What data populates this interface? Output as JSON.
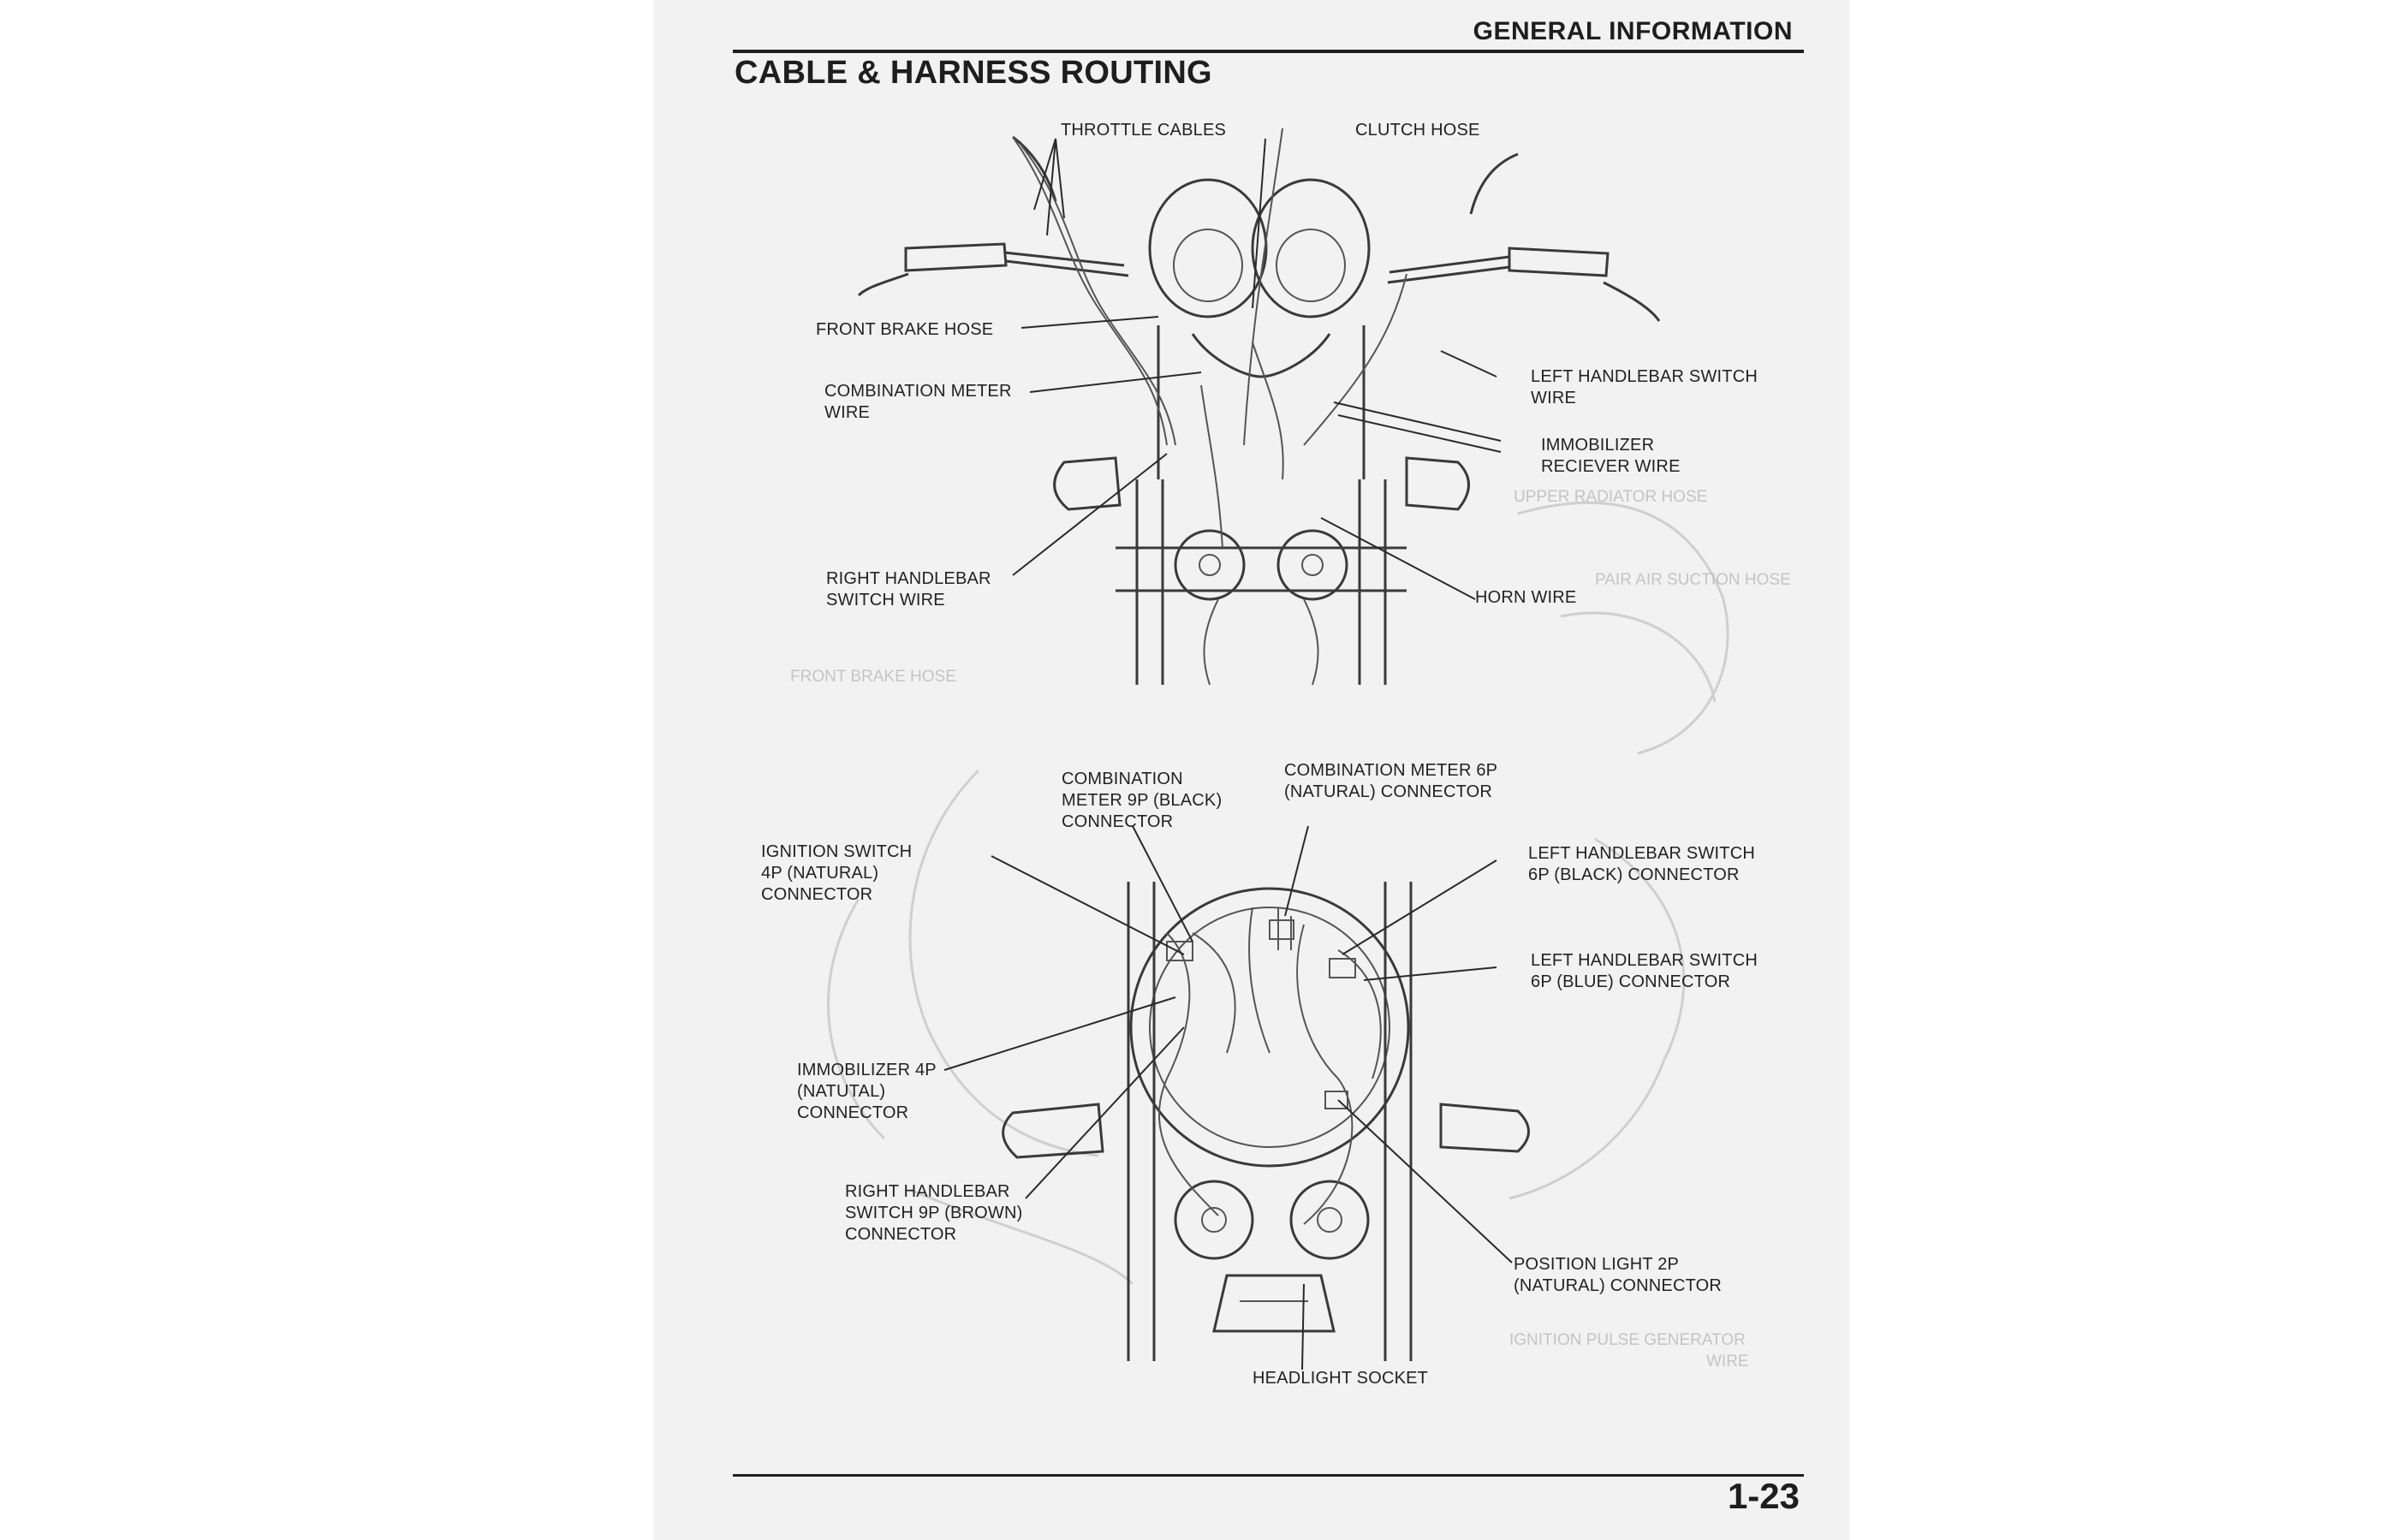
{
  "header": {
    "section": "GENERAL INFORMATION",
    "title": "CABLE & HARNESS ROUTING",
    "page_number": "1-23"
  },
  "top_callouts": {
    "throttle_cables": "THROTTLE CABLES",
    "clutch_hose": "CLUTCH HOSE",
    "front_brake_hose": "FRONT BRAKE HOSE",
    "combination_meter_wire": "COMBINATION METER\nWIRE",
    "left_handlebar_switch_wire": "LEFT HANDLEBAR SWITCH\nWIRE",
    "immobilizer_receiver_wire": "IMMOBILIZER\nRECIEVER WIRE",
    "right_handlebar_switch_wire": "RIGHT HANDLEBAR\nSWITCH WIRE",
    "horn_wire": "HORN WIRE"
  },
  "bottom_callouts": {
    "meter_9p_connector": "COMBINATION\nMETER 9P (BLACK)\nCONNECTOR",
    "meter_6p_connector": "COMBINATION METER 6P\n(NATURAL) CONNECTOR",
    "ignition_switch_connector": "IGNITION SWITCH\n4P (NATURAL)\nCONNECTOR",
    "left_switch_6p_black": "LEFT HANDLEBAR SWITCH\n6P (BLACK) CONNECTOR",
    "left_switch_6p_blue": "LEFT HANDLEBAR SWITCH\n6P (BLUE) CONNECTOR",
    "immobilizer_connector": "IMMOBILIZER 4P\n(NATUTAL)\nCONNECTOR",
    "right_switch_9p_connector": "RIGHT HANDLEBAR\nSWITCH 9P (BROWN)\nCONNECTOR",
    "position_light_connector": "POSITION LIGHT 2P\n(NATURAL) CONNECTOR",
    "headlight_socket": "HEADLIGHT SOCKET"
  },
  "bleed_through_text": {
    "upper_radiator_hose": "UPPER RADIATOR HOSE",
    "pair_air_suction_hose": "PAIR AIR SUCTION HOSE",
    "front_brake_hose": "FRONT BRAKE HOSE",
    "ignition_pulse_generator": "IGNITION PULSE GENERATOR",
    "wire": "WIRE"
  },
  "colors": {
    "page": "#f2f2f2",
    "ink": "#1e1e1e",
    "bleed_through": "#c4c4c4"
  }
}
